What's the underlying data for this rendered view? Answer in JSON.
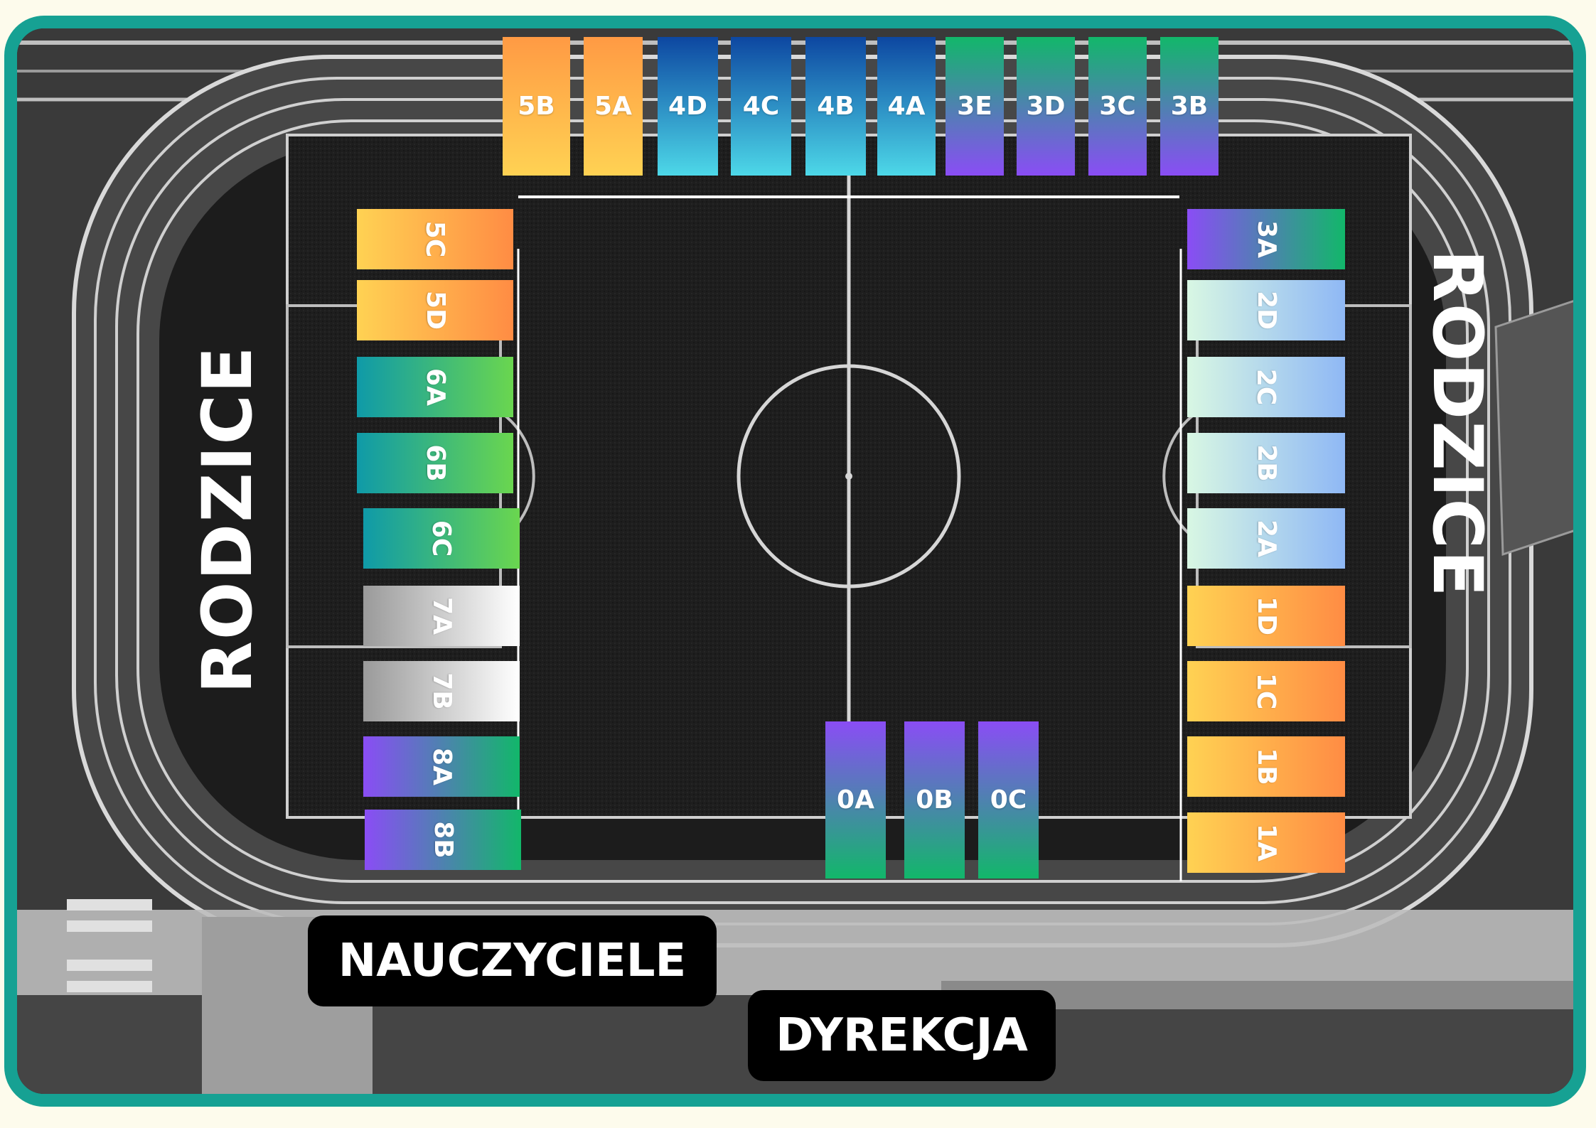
{
  "side_labels": {
    "left": "RODZICE",
    "right": "RODZICE"
  },
  "bottom_labels": {
    "teachers": "NAUCZYCIELE",
    "management": "DYREKCJA"
  },
  "top_row": [
    {
      "label": "5B",
      "from": "#ff9a44",
      "to": "#ffd253"
    },
    {
      "label": "5A",
      "from": "#ff9a44",
      "to": "#ffd253"
    },
    {
      "label": "4D",
      "from": "#0d47a1",
      "to": "#4dd8e8"
    },
    {
      "label": "4C",
      "from": "#0d47a1",
      "to": "#4dd8e8"
    },
    {
      "label": "4B",
      "from": "#0d47a1",
      "to": "#4dd8e8"
    },
    {
      "label": "4A",
      "from": "#0d47a1",
      "to": "#4dd8e8"
    },
    {
      "label": "3E",
      "from": "#12b76a",
      "to": "#8a4df5"
    },
    {
      "label": "3D",
      "from": "#12b76a",
      "to": "#8a4df5"
    },
    {
      "label": "3C",
      "from": "#12b76a",
      "to": "#8a4df5"
    },
    {
      "label": "3B",
      "from": "#12b76a",
      "to": "#8a4df5"
    }
  ],
  "left_column": [
    {
      "label": "5C",
      "from": "#ffd253",
      "to": "#ff8c44"
    },
    {
      "label": "5D",
      "from": "#ffd253",
      "to": "#ff8c44"
    },
    {
      "label": "6A",
      "from": "#0f9aa8",
      "to": "#6ad64f"
    },
    {
      "label": "6B",
      "from": "#0f9aa8",
      "to": "#6ad64f"
    },
    {
      "label": "6C",
      "from": "#0f9aa8",
      "to": "#6ad64f"
    },
    {
      "label": "7A",
      "from": "#9a9a9a",
      "to": "#ffffff"
    },
    {
      "label": "7B",
      "from": "#9a9a9a",
      "to": "#ffffff"
    },
    {
      "label": "8A",
      "from": "#8a4df5",
      "to": "#12b76a"
    },
    {
      "label": "8B",
      "from": "#8a4df5",
      "to": "#12b76a"
    }
  ],
  "right_column": [
    {
      "label": "3A",
      "from": "#8a4df5",
      "to": "#12b76a"
    },
    {
      "label": "2D",
      "from": "#d8f7e3",
      "to": "#8fb8f5"
    },
    {
      "label": "2C",
      "from": "#d8f7e3",
      "to": "#8fb8f5"
    },
    {
      "label": "2B",
      "from": "#d8f7e3",
      "to": "#8fb8f5"
    },
    {
      "label": "2A",
      "from": "#d8f7e3",
      "to": "#8fb8f5"
    },
    {
      "label": "1D",
      "from": "#ffd253",
      "to": "#ff8c44"
    },
    {
      "label": "1C",
      "from": "#ffd253",
      "to": "#ff8c44"
    },
    {
      "label": "1B",
      "from": "#ffd253",
      "to": "#ff8c44"
    },
    {
      "label": "1A",
      "from": "#ffd253",
      "to": "#ff8c44"
    }
  ],
  "bottom_row": [
    {
      "label": "0A",
      "from": "#8a4df5",
      "to": "#12b76a"
    },
    {
      "label": "0B",
      "from": "#8a4df5",
      "to": "#12b76a"
    },
    {
      "label": "0C",
      "from": "#8a4df5",
      "to": "#12b76a"
    }
  ],
  "colors": {
    "frame": "#16a193",
    "background": "#fdfbec"
  }
}
